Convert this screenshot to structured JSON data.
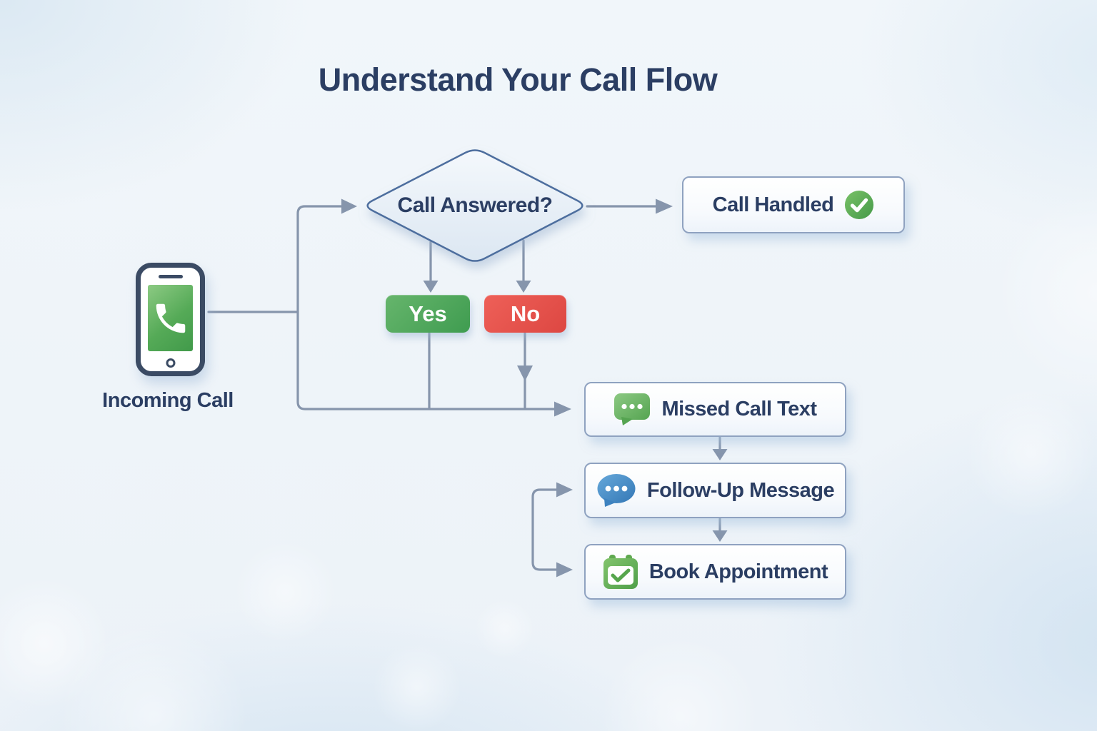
{
  "title": "Understand Your Call Flow",
  "nodes": {
    "incoming_call": {
      "label": "Incoming Call",
      "icon": "phone-icon"
    },
    "decision": {
      "label": "Call Answered?"
    },
    "yes_branch": {
      "label": "Yes"
    },
    "no_branch": {
      "label": "No"
    },
    "call_handled": {
      "label": "Call Handled",
      "icon": "check-circle-icon"
    },
    "missed_call_text": {
      "label": "Missed Call Text",
      "icon": "sms-bubble-icon"
    },
    "follow_up_message": {
      "label": "Follow-Up Message",
      "icon": "chat-bubble-icon"
    },
    "book_appointment": {
      "label": "Book Appointment",
      "icon": "calendar-check-icon"
    }
  },
  "edges": [
    {
      "from": "incoming_call",
      "to": "decision"
    },
    {
      "from": "decision",
      "to": "yes_branch"
    },
    {
      "from": "decision",
      "to": "no_branch"
    },
    {
      "from": "decision",
      "to": "call_handled"
    },
    {
      "from": "yes_branch",
      "to": "missed_call_text"
    },
    {
      "from": "no_branch",
      "to": "missed_call_text"
    },
    {
      "from": "missed_call_text",
      "to": "follow_up_message"
    },
    {
      "from": "follow_up_message",
      "to": "book_appointment"
    },
    {
      "from": "side_bracket",
      "to": "follow_up_message"
    },
    {
      "from": "side_bracket",
      "to": "book_appointment"
    }
  ],
  "colors": {
    "heading_text": "#2b3e63",
    "connector": "#8695ac",
    "diamond_border": "#4e6e9e",
    "box_border": "#8fa2c0",
    "yes_green": "#47a353",
    "no_red": "#e5524c",
    "icon_green": "#55a451",
    "icon_blue": "#3f86c4",
    "phone_screen_green": "#55aa57",
    "check_circle_green": "#459a49"
  }
}
